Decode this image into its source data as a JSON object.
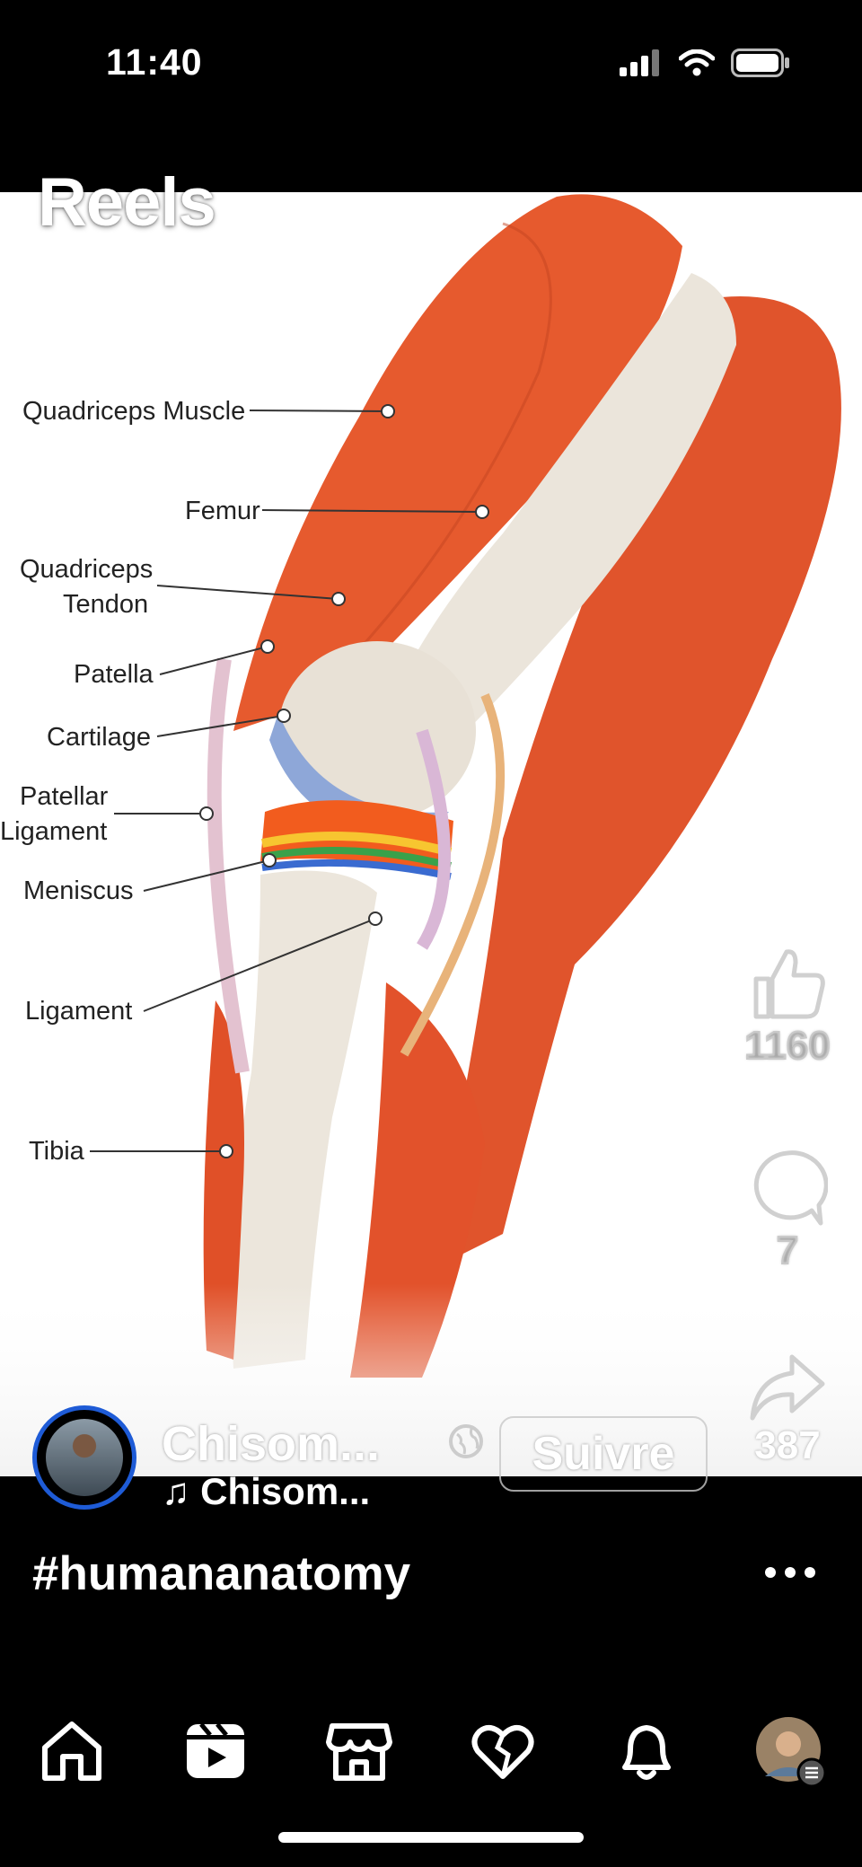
{
  "status_bar": {
    "time": "11:40"
  },
  "header": {
    "title": "Reels"
  },
  "diagram": {
    "labels": [
      "Quadriceps Muscle",
      "Femur",
      "Quadriceps",
      "Tendon",
      "Patella",
      "Cartilage",
      "Patellar",
      "Ligament",
      "Meniscus",
      "Ligament",
      "Tibia"
    ]
  },
  "actions": {
    "like_count": "1160",
    "comment_count": "7",
    "share_count": "387"
  },
  "author": {
    "name": "Chisom...",
    "music": "♫ Chisom...",
    "follow_label": "Suivre"
  },
  "caption": "#humananatomy",
  "colors": {
    "ring": "#1e5bd6",
    "muscle": "#e2522b",
    "bone": "#ece6dc"
  },
  "icons": [
    "signal-icon",
    "wifi-icon",
    "battery-icon",
    "like-icon",
    "comment-icon",
    "share-icon",
    "globe-icon",
    "more-icon",
    "home-icon",
    "reels-icon",
    "shop-icon",
    "heart-icon",
    "bell-icon",
    "profile-icon"
  ]
}
